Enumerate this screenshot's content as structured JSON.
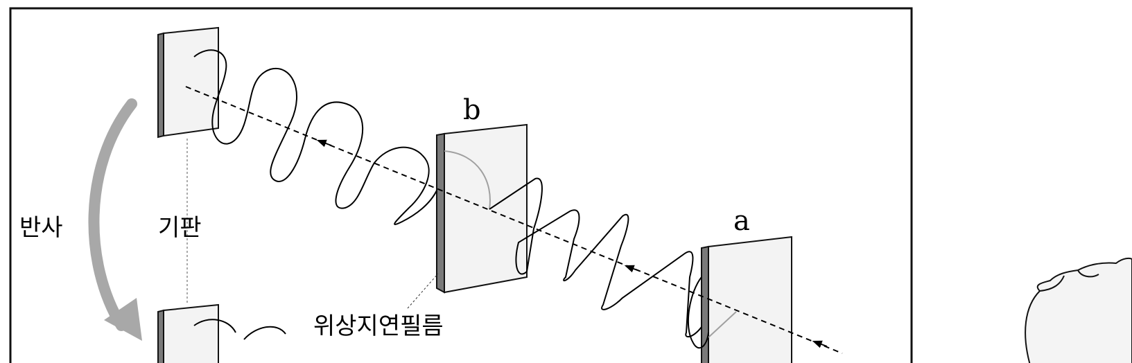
{
  "labels": {
    "reflection": "반사",
    "substrate": "기판",
    "phase_film": "위상지연필름",
    "film_a": "a",
    "film_b": "b"
  },
  "colors": {
    "frame": "#111111",
    "plate_face": "#f3f3f3",
    "plate_edge": "#7a7a7a",
    "reflect_arrow": "#a8a8a8",
    "wave": "#000000"
  },
  "icons": [
    "reflection-arrow-icon",
    "incoming-arrow-icon"
  ]
}
